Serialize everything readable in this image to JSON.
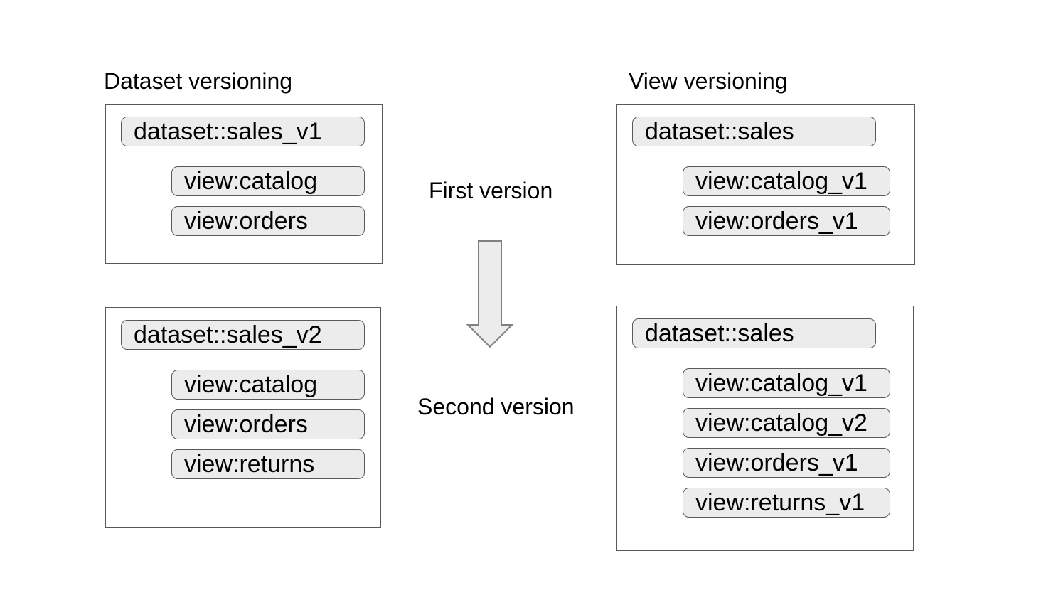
{
  "diagram": {
    "left": {
      "title": "Dataset versioning",
      "boxes": [
        {
          "dataset": "dataset::sales_v1",
          "views": [
            "view:catalog",
            "view:orders"
          ]
        },
        {
          "dataset": "dataset::sales_v2",
          "views": [
            "view:catalog",
            "view:orders",
            "view:returns"
          ]
        }
      ]
    },
    "right": {
      "title": "View versioning",
      "boxes": [
        {
          "dataset": "dataset::sales",
          "views": [
            "view:catalog_v1",
            "view:orders_v1"
          ]
        },
        {
          "dataset": "dataset::sales",
          "views": [
            "view:catalog_v1",
            "view:catalog_v2",
            "view:orders_v1",
            "view:returns_v1"
          ]
        }
      ]
    },
    "center": {
      "first_label": "First version",
      "second_label": "Second version",
      "arrow_icon": "down-arrow"
    },
    "colors": {
      "pill_fill": "#ececec",
      "pill_border": "#595959",
      "box_border": "#595959",
      "arrow_fill": "#ececec",
      "arrow_border": "#808080",
      "text": "#000000",
      "background": "#ffffff"
    }
  }
}
